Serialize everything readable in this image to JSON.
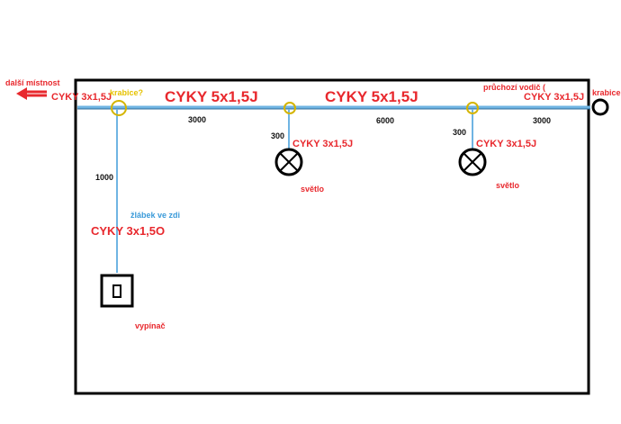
{
  "colors": {
    "wall": "#000000",
    "wire": "#6fb4e3",
    "cable_label": "#e8282d",
    "box_marker": "#d4b400",
    "chase_label": "#3a9ad9",
    "dimension": "#111111"
  },
  "icons": {
    "arrow": "left-arrow-icon",
    "box": "junction-box-icon",
    "light": "light-fixture-icon",
    "switch": "wall-switch-icon"
  },
  "labels": {
    "dalsi_mistnost": "další místnost",
    "cyky_left_top": "CYKY 3x1,5J",
    "krabice_q": "krabice?",
    "cyky_main_1": "CYKY 5x1,5J",
    "cyky_main_2": "CYKY 5x1,5J",
    "pruchozi": "průchozí vodič (",
    "cyky_right_top": "CYKY 3x1,5J",
    "krabice_right": "krabice",
    "dim_3000_left": "3000",
    "dim_6000": "6000",
    "dim_3000_right": "3000",
    "dim_300_a": "300",
    "dim_300_b": "300",
    "cyky_light_1": "CYKY 3x1,5J",
    "cyky_light_2": "CYKY 3x1,5J",
    "svetlo_1": "světlo",
    "svetlo_2": "světlo",
    "dim_1000": "1000",
    "zlabek": "žlábek ve zdi",
    "cyky_drop": "CYKY 3x1,5O",
    "vypinac": "vypínač"
  }
}
